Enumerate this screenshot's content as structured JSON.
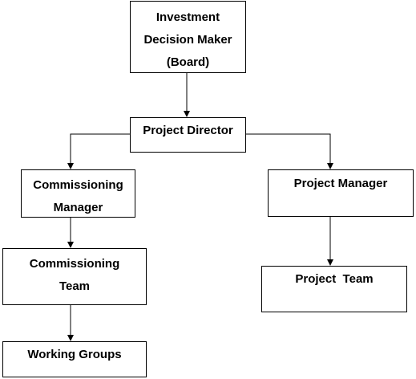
{
  "diagram": {
    "nodes": {
      "investment_decision_maker": [
        "Investment",
        "Decision Maker",
        "(Board)"
      ],
      "project_director": [
        "Project Director"
      ],
      "commissioning_manager": [
        "Commissioning",
        "Manager"
      ],
      "project_manager": [
        "Project Manager"
      ],
      "commissioning_team": [
        "Commissioning",
        "Team"
      ],
      "project_team": [
        "Project  Team"
      ],
      "working_groups": [
        "Working Groups"
      ]
    },
    "edges": [
      {
        "from": "investment_decision_maker",
        "to": "project_director"
      },
      {
        "from": "project_director",
        "to": "commissioning_manager"
      },
      {
        "from": "project_director",
        "to": "project_manager"
      },
      {
        "from": "commissioning_manager",
        "to": "commissioning_team"
      },
      {
        "from": "commissioning_team",
        "to": "working_groups"
      },
      {
        "from": "project_manager",
        "to": "project_team"
      }
    ],
    "colors": {
      "stroke": "#000000",
      "background": "#ffffff",
      "text": "#000000"
    }
  }
}
